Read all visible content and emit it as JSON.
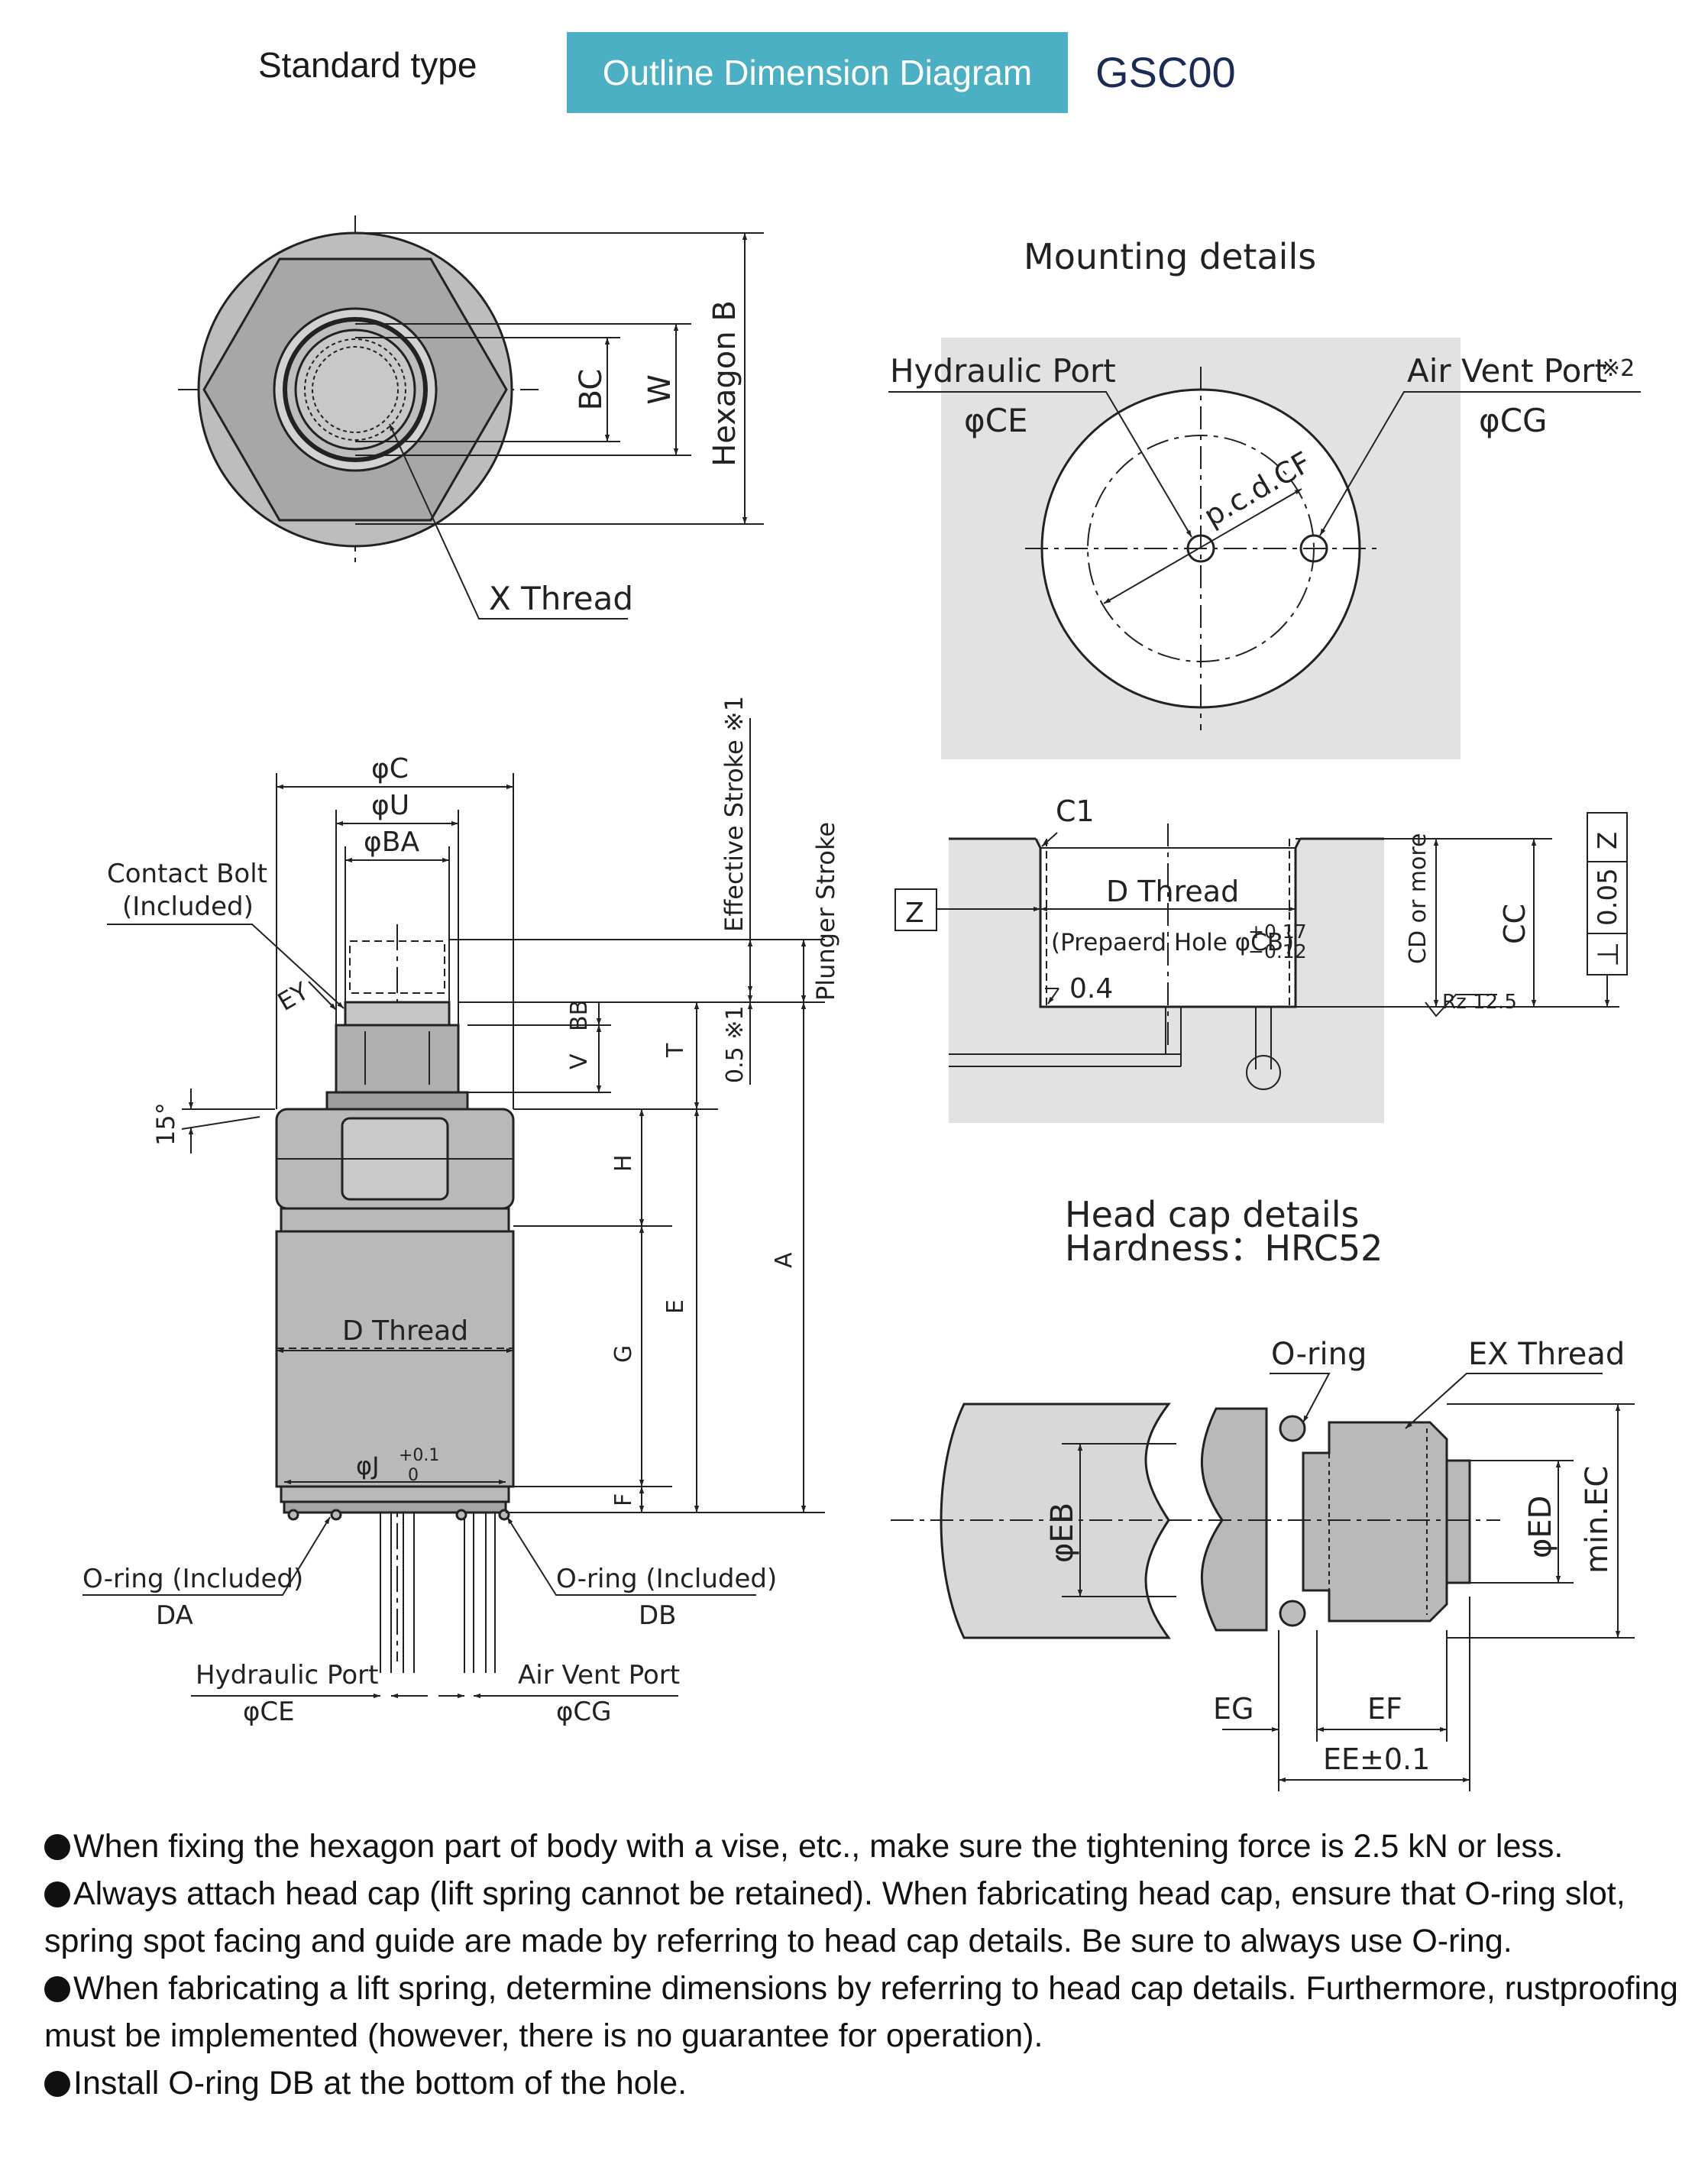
{
  "header": {
    "type_label": "Standard type",
    "badge": "Outline Dimension Diagram",
    "model": "GSC00",
    "badge_color": "#4bb0c4"
  },
  "top_view": {
    "labels": {
      "bc": "BC",
      "w": "W",
      "hexagon_b": "Hexagon B",
      "x_thread": "X Thread"
    }
  },
  "mounting": {
    "title": "Mounting details",
    "hydraulic_port": "Hydraulic Port",
    "hydraulic_dia": "φCE",
    "air_vent_port": "Air Vent Port",
    "air_vent_note": "※2",
    "air_vent_dia": "φCG",
    "pcd": "p.c.d.CF",
    "bg_color": "#e2e2e2"
  },
  "hole_section": {
    "c1": "C1",
    "z": "Z",
    "d_thread": "D Thread",
    "prepared_hole": "(Prepaerd Hole φCB",
    "tol_upper": "+0.17",
    "tol_lower": "−0.12",
    "close_paren": ")",
    "chamfer": "0.4",
    "cd": "CD or more",
    "roughness": "Rz 12.5",
    "cc": "CC",
    "perp_symbol": "⊥",
    "perp_value": "0.05",
    "perp_datum": "Z"
  },
  "front_view": {
    "labels": {
      "phi_c": "φC",
      "phi_u": "φU",
      "phi_ba": "φBA",
      "contact_bolt": "Contact Bolt",
      "contact_bolt_sub": "(Included)",
      "ey": "EY",
      "angle": "15°",
      "effective_stroke": "Effective Stroke ※1",
      "plunger_stroke": "Plunger Stroke",
      "bb": "BB",
      "v": "V",
      "t": "T",
      "half_mm": "0.5 ※1",
      "h": "H",
      "e": "E",
      "a": "A",
      "g": "G",
      "f": "F",
      "d_thread": "D Thread",
      "phi_j": "φJ",
      "j_tol_upper": "+0.1",
      "j_tol_lower": "0",
      "oring_left": "O-ring (Included)",
      "oring_left_code": "DA",
      "oring_right": "O-ring (Included)",
      "oring_right_code": "DB",
      "hydraulic_port": "Hydraulic Port",
      "hydraulic_dia": "φCE",
      "air_vent_port": "Air Vent Port",
      "air_vent_dia": "φCG"
    },
    "body_color": "#b9b9b9"
  },
  "head_cap": {
    "title": "Head cap details",
    "hardness": "Hardness：HRC52",
    "oring": "O-ring",
    "ex_thread": "EX Thread",
    "eb": "φEB",
    "ed": "φED",
    "ec": "min.EC",
    "eg": "EG",
    "ef": "EF",
    "ee": "EE±0.1"
  },
  "notes": [
    "When fixing the hexagon part of body with a vise, etc., make sure the tightening force is 2.5 kN or less.",
    "Always attach head cap (lift spring cannot be retained). When fabricating head cap, ensure that O-ring slot, spring spot facing and guide are made by referring to head cap details. Be sure to always use O-ring.",
    "When fabricating a lift spring, determine dimensions by referring to head cap details. Furthermore, rustproofing must be implemented (however, there is no guarantee for operation).",
    "Install O-ring DB at the bottom of the hole."
  ]
}
